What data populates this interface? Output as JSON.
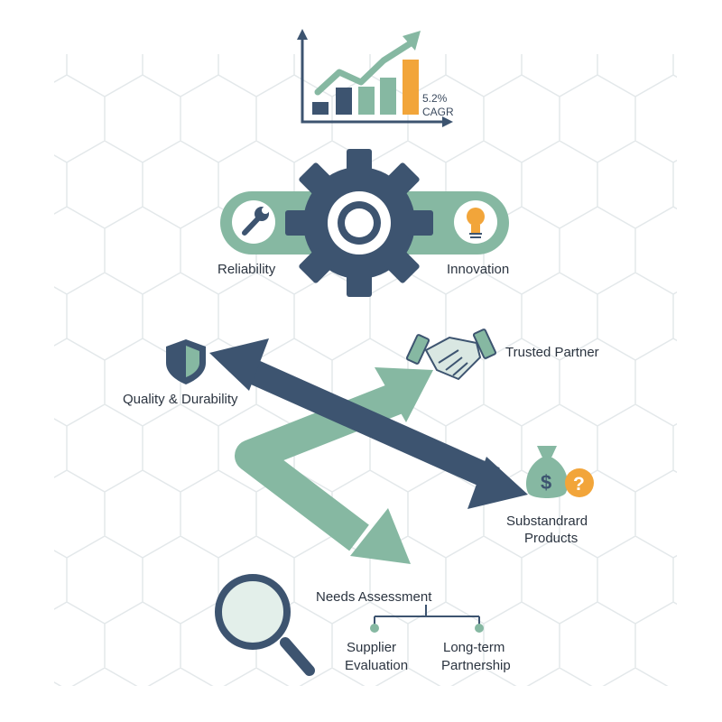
{
  "growth_chart": {
    "label_value": "5.2%",
    "label_unit": "CAGR"
  },
  "core": {
    "left_label": "Reliability",
    "right_label": "Innovation"
  },
  "flow": {
    "quality_label": "Quality & Durability",
    "trusted_label": "Trusted Partner",
    "substandard_line1": "Substandrard",
    "substandard_line2": "Products"
  },
  "process": {
    "root_label": "Needs Assessment",
    "left_line1": "Supplier",
    "left_line2": "Evaluation",
    "right_line1": "Long-term",
    "right_line2": "Partnership"
  },
  "colors": {
    "navy": "#3d5470",
    "sage": "#86b8a2",
    "orange": "#f2a53a",
    "background_hex": "#eef1f2"
  },
  "icons": [
    "growth-chart-icon",
    "gear-icon",
    "wrench-icon",
    "lightbulb-icon",
    "shield-icon",
    "handshake-icon",
    "money-bag-icon",
    "question-icon",
    "magnifier-icon"
  ]
}
